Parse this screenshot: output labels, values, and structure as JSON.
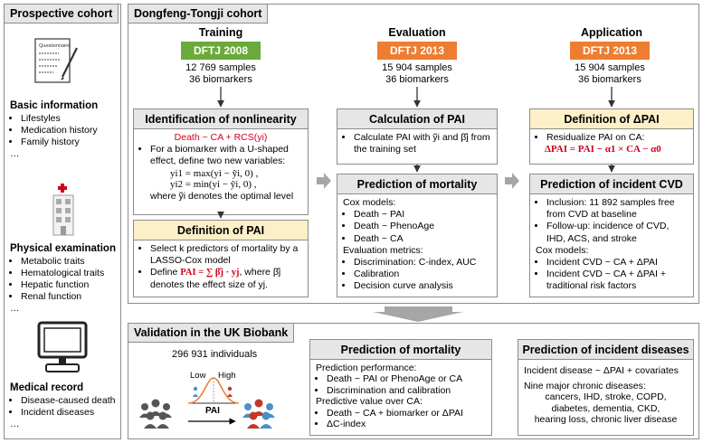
{
  "left_panel": {
    "title": "Prospective cohort",
    "sections": [
      {
        "heading": "Basic information",
        "items": [
          "Lifestyles",
          "Medication history",
          "Family history"
        ],
        "ellipsis": "…"
      },
      {
        "heading": "Physical examination",
        "items": [
          "Metabolic traits",
          "Hematological traits",
          "Hepatic function",
          "Renal function"
        ],
        "ellipsis": "…"
      },
      {
        "heading": "Medical record",
        "items": [
          "Disease-caused death",
          "Incident diseases"
        ],
        "ellipsis": "…"
      }
    ],
    "icons": [
      "questionnaire-icon",
      "hospital-building-icon",
      "computer-monitor-icon"
    ],
    "questionnaire_text": "Questionnaire"
  },
  "dongfeng": {
    "title": "Dongfeng-Tongji cohort",
    "columns": [
      {
        "stage": "Training",
        "badge": "DFTJ 2008",
        "badge_color": "#6aaa3a",
        "samples": "12 769 samples",
        "biomarkers": "36 biomarkers"
      },
      {
        "stage": "Evaluation",
        "badge": "DFTJ 2013",
        "badge_color": "#ee7d31",
        "samples": "15 904 samples",
        "biomarkers": "36 biomarkers"
      },
      {
        "stage": "Application",
        "badge": "DFTJ 2013",
        "badge_color": "#ee7d31",
        "samples": "15 904 samples",
        "biomarkers": "36 biomarkers"
      }
    ],
    "nonlinearity": {
      "header": "Identification of nonlinearity",
      "formula": "Death ~ CA + RCS(yi)",
      "bullet": "For a biomarker with a U-shaped effect, define two new variables:",
      "eq1": "yi1 = max(yi − ỹi, 0) ,",
      "eq2": "yi2 = min(yi − ỹi, 0) ,",
      "note": "where ỹi denotes the optimal level"
    },
    "pai_def": {
      "header": "Definition of PAI",
      "bullet1": "Select k predictors of mortality by a LASSO-Cox model",
      "bullet2_pre": "Define",
      "bullet2_formula": "PAI = ∑ β̂j · yj",
      "bullet2_post": ", where β̂j denotes the effect size of yj."
    },
    "calc_pai": {
      "header": "Calculation of PAI",
      "bullet": "Calculate PAI with ỹi and β̂j from the training set"
    },
    "mortality": {
      "header": "Prediction of mortality",
      "cox_label": "Cox models:",
      "cox": [
        "Death ~ PAI",
        "Death ~ PhenoAge",
        "Death ~ CA"
      ],
      "eval_label": "Evaluation metrics:",
      "metrics": [
        "Discrimination: C-index, AUC",
        "Calibration",
        "Decision curve analysis"
      ]
    },
    "dpai_def": {
      "header": "Definition of ΔPAI",
      "bullet": "Residualize PAI on CA:",
      "formula": "ΔPAI = PAI − α1 × CA − α0"
    },
    "incident_cvd": {
      "header": "Prediction of incident CVD",
      "items": [
        "Inclusion: 11 892 samples free from CVD at baseline",
        "Follow-up: incidence of CVD, IHD, ACS, and stroke"
      ],
      "cox_label": "Cox models:",
      "cox": [
        "Incident CVD ~ CA + ΔPAI",
        "Incident CVD ~ CA + ΔPAI + traditional risk factors"
      ]
    }
  },
  "ukb": {
    "title": "Validation in the UK Biobank",
    "individuals": "296 931 individuals",
    "low_label": "Low",
    "high_label": "High",
    "pai_label": "PAI",
    "mortality": {
      "header": "Prediction of mortality",
      "perf_label": "Prediction performance:",
      "perf": [
        "Death ~ PAI or PhenoAge or CA",
        "Discrimination and calibration"
      ],
      "value_label": "Predictive value over CA:",
      "value": [
        "Death ~ CA + biomarker or ΔPAI",
        "ΔC-index"
      ]
    },
    "incident": {
      "header": "Prediction of incident diseases",
      "line1": "Incident disease ~ ΔPAI + covariates",
      "line2": "Nine major chronic diseases:",
      "line3": "cancers, IHD, stroke, COPD,",
      "line4": "diabetes, dementia, CKD,",
      "line5": "hearing loss, chronic liver disease"
    }
  },
  "colors": {
    "green": "#6aaa3a",
    "orange": "#ee7d31",
    "header_gray": "#e6e6e6",
    "header_yellow": "#fdf0c8",
    "red": "#d0021b",
    "arrow_gray": "#a6a6a6"
  }
}
